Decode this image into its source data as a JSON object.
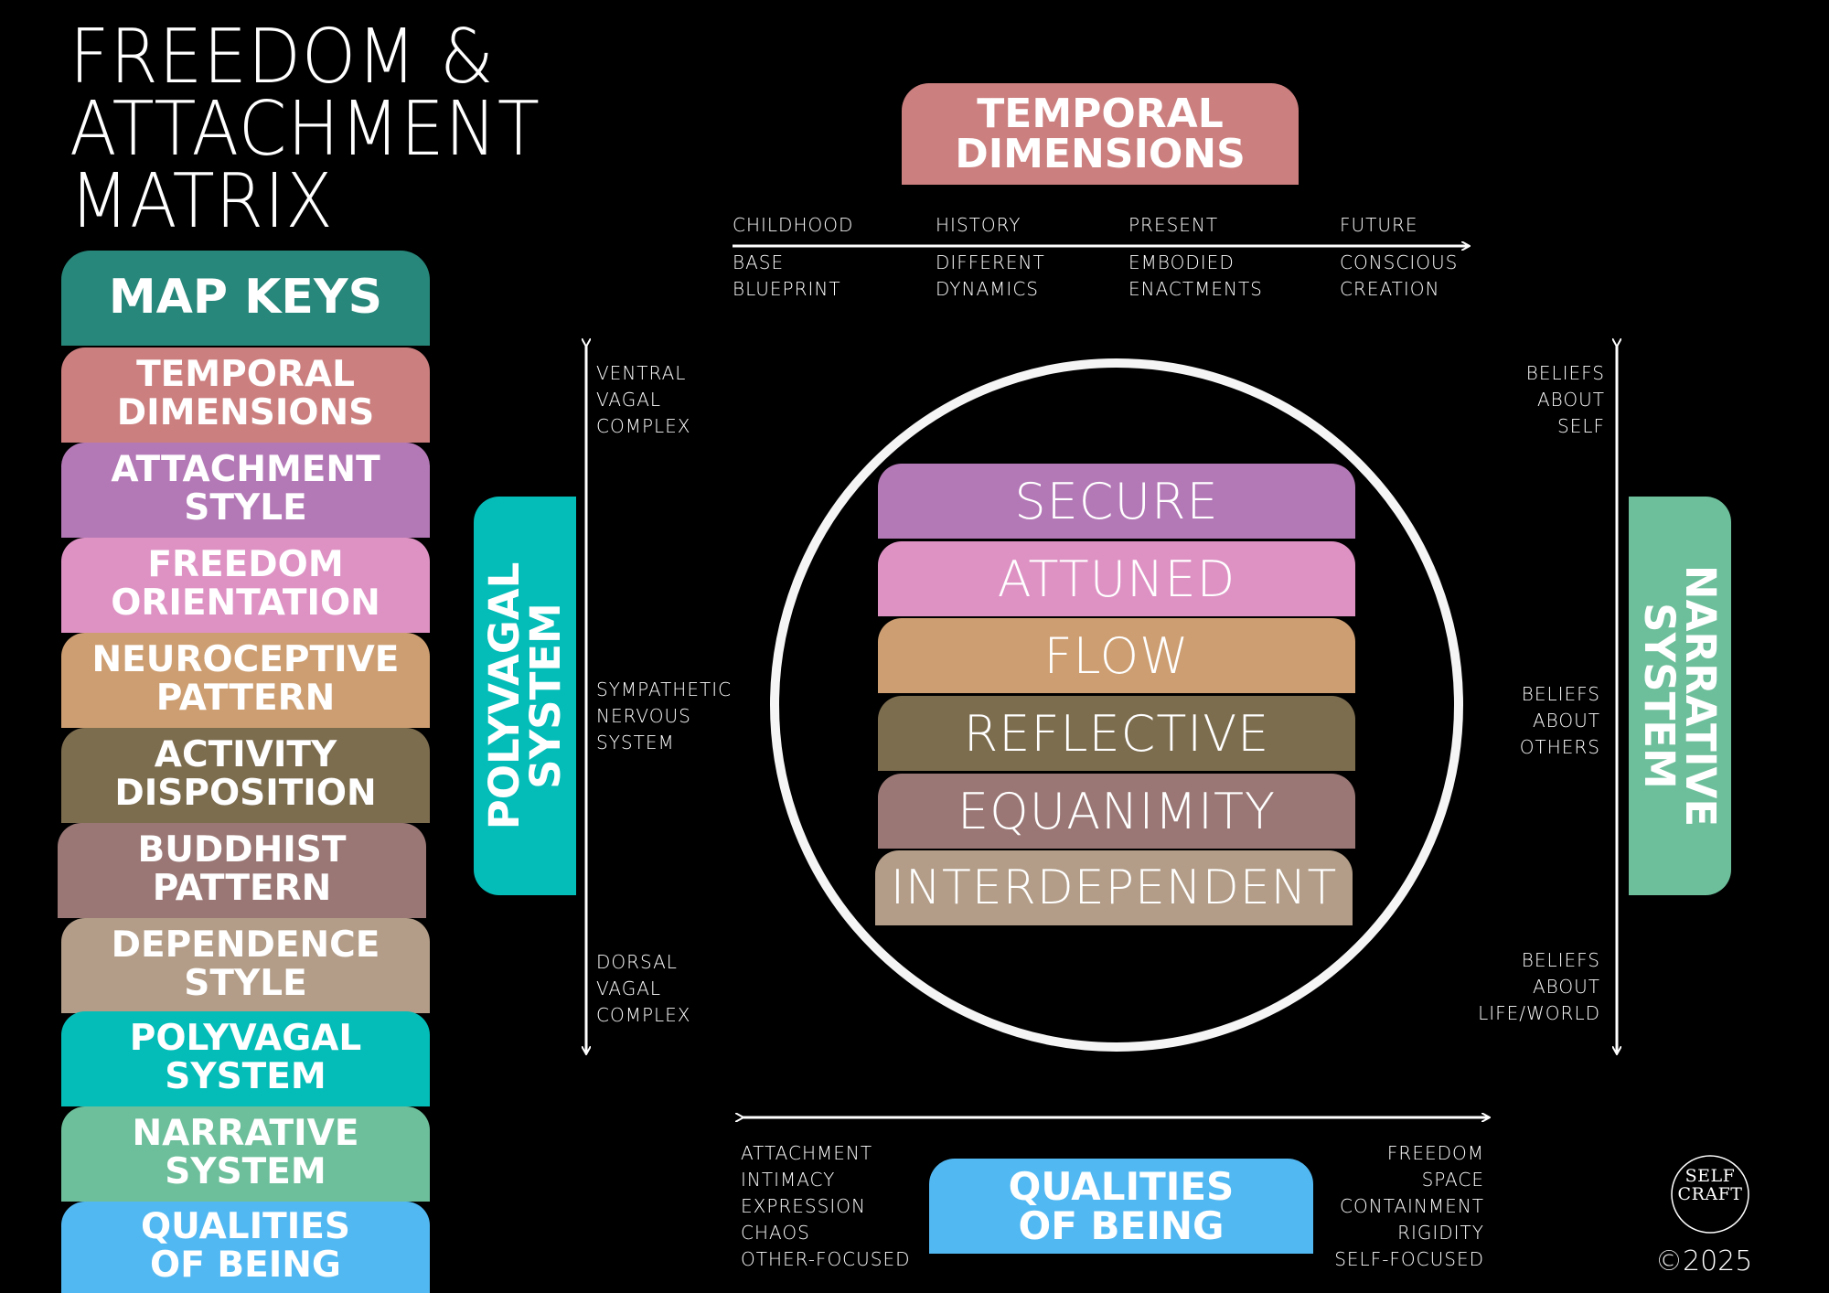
{
  "title": {
    "lines": [
      "FREEDOM &",
      "ATTACHMENT",
      "MATRIX"
    ]
  },
  "colors": {
    "background": "#000000",
    "temporal": "#cc7f7f",
    "attachment": "#b378b6",
    "freedom": "#de92c4",
    "neuroceptive": "#cd9e71",
    "activity": "#7d6d4f",
    "buddhist": "#9a7775",
    "dependence": "#b39d88",
    "polyvagal": "#04bdb8",
    "narrative": "#6dbf9b",
    "qualities": "#52b8f2",
    "mapkeys": "#27877a"
  },
  "map_keys": {
    "header": "MAP KEYS",
    "items": [
      {
        "line1": "TEMPORAL",
        "line2": "DIMENSIONS"
      },
      {
        "line1": "ATTACHMENT",
        "line2": "STYLE"
      },
      {
        "line1": "FREEDOM",
        "line2": "ORIENTATION"
      },
      {
        "line1": "NEUROCEPTIVE",
        "line2": "PATTERN"
      },
      {
        "line1": "ACTIVITY",
        "line2": "DISPOSITION"
      },
      {
        "line1": "BUDDHIST",
        "line2": "PATTERN"
      },
      {
        "line1": "DEPENDENCE",
        "line2": "STYLE"
      },
      {
        "line1": "POLYVAGAL",
        "line2": "SYSTEM"
      },
      {
        "line1": "NARRATIVE",
        "line2": "SYSTEM"
      },
      {
        "line1": "QUALITIES",
        "line2": "OF BEING"
      }
    ]
  },
  "temporal": {
    "header": {
      "line1": "TEMPORAL",
      "line2": "DIMENSIONS"
    },
    "stages": [
      {
        "top": "CHILDHOOD",
        "b1": "BASE",
        "b2": "BLUEPRINT"
      },
      {
        "top": "HISTORY",
        "b1": "DIFFERENT",
        "b2": "DYNAMICS"
      },
      {
        "top": "PRESENT",
        "b1": "EMBODIED",
        "b2": "ENACTMENTS"
      },
      {
        "top": "FUTURE",
        "b1": "CONSCIOUS",
        "b2": "CREATION"
      }
    ]
  },
  "polyvagal": {
    "tab": {
      "line1": "POLYVAGAL",
      "line2": "SYSTEM"
    },
    "top": [
      "VENTRAL",
      "VAGAL",
      "COMPLEX"
    ],
    "middle": [
      "SYMPATHETIC",
      "NERVOUS",
      "SYSTEM"
    ],
    "bottom": [
      "DORSAL",
      "VAGAL",
      "COMPLEX"
    ]
  },
  "narrative": {
    "tab": {
      "line1": "NARRATIVE",
      "line2": "SYSTEM"
    },
    "top": [
      "BELIEFS",
      "ABOUT",
      "SELF"
    ],
    "middle": [
      "BELIEFS",
      "ABOUT",
      "OTHERS"
    ],
    "bottom": [
      "BELIEFS",
      "ABOUT",
      "LIFE/WORLD"
    ]
  },
  "circle_stack": [
    "SECURE",
    "ATTUNED",
    "FLOW",
    "REFLECTIVE",
    "EQUANIMITY",
    "INTERDEPENDENT"
  ],
  "qualities": {
    "header": {
      "line1": "QUALITIES",
      "line2": "OF BEING"
    },
    "left": [
      "ATTACHMENT",
      "INTIMACY",
      "EXPRESSION",
      "CHAOS",
      "OTHER-FOCUSED"
    ],
    "right": [
      "FREEDOM",
      "SPACE",
      "CONTAINMENT",
      "RIGIDITY",
      "SELF-FOCUSED"
    ]
  },
  "logo": {
    "line1": "SELF",
    "line2": "CRAFT"
  },
  "copyright": "©2025"
}
